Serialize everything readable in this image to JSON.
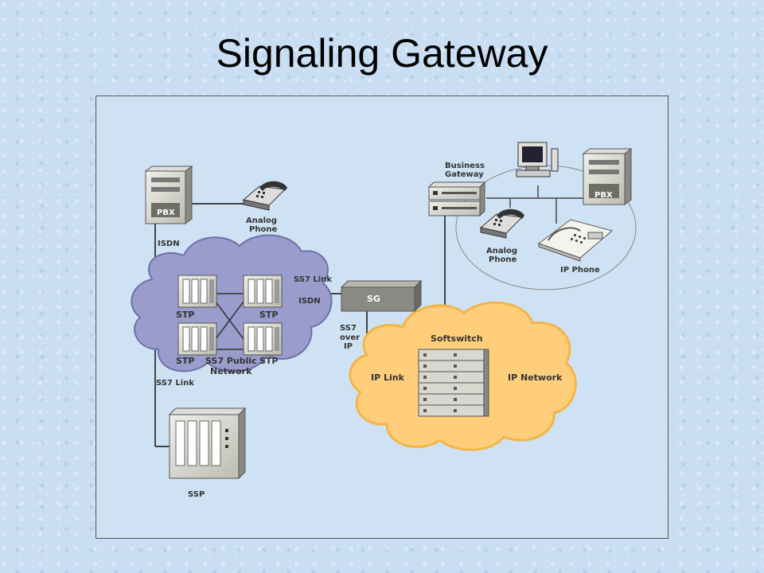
{
  "title": "Signaling Gateway",
  "labels": {
    "pbx_left": "PBX",
    "analog_phone_left_1": "Analog",
    "analog_phone_left_2": "Phone",
    "isdn_vertical": "ISDN",
    "ss7_link_top": "SS7 Link",
    "isdn_middle": "ISDN",
    "stp": "STP",
    "ss7_network_1": "SS7 Public",
    "ss7_network_2": "Network",
    "ss7_link_left": "SS7 Link",
    "ssp": "SSP",
    "sg": "SG",
    "ss7_over_ip_1": "SS7",
    "ss7_over_ip_2": "over",
    "ss7_over_ip_3": "IP",
    "softswitch": "Softswitch",
    "ip_link": "IP Link",
    "ip_network": "IP Network",
    "business_gateway_1": "Business",
    "business_gateway_2": "Gateway",
    "pbx_right": "PBX",
    "analog_phone_right_1": "Analog",
    "analog_phone_right_2": "Phone",
    "ip_phone": "IP Phone"
  },
  "colors": {
    "ss7_cloud": "#9a9ccc",
    "ip_cloud": "#ffce7a",
    "device_light": "#e4e4dc",
    "device_dark": "#6e6e66"
  }
}
